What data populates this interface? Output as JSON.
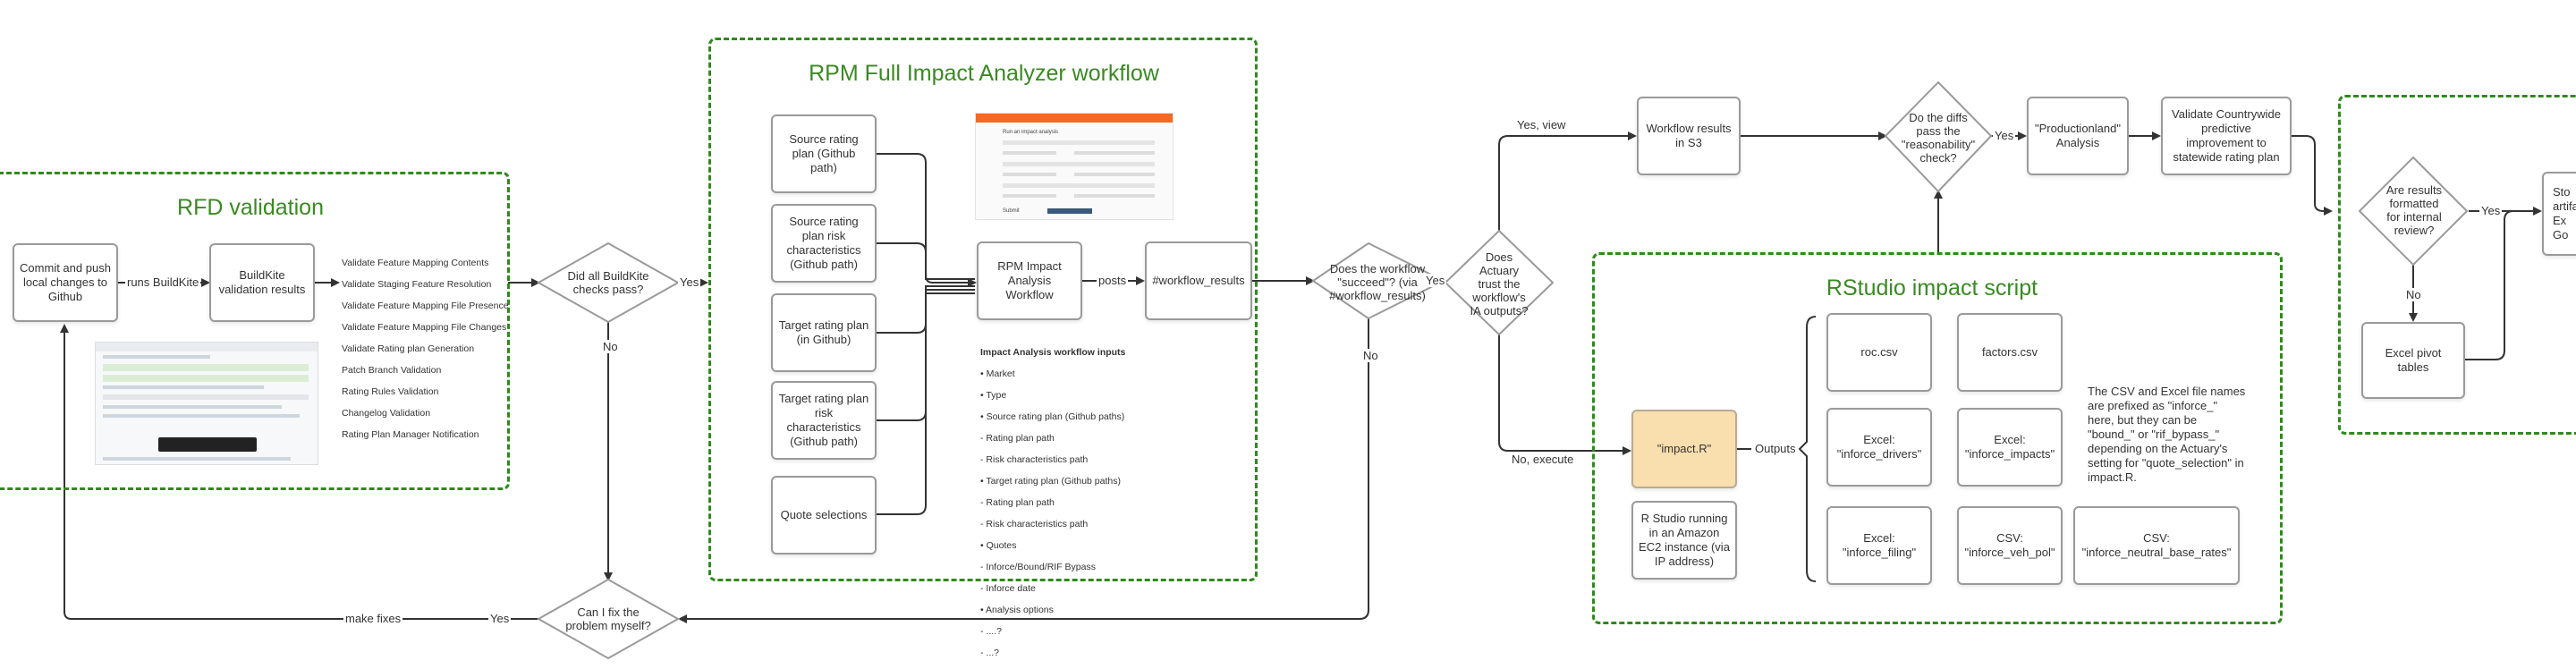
{
  "groups": {
    "rfd": "RFD validation",
    "rpm": "RPM Full Impact Analyzer workflow",
    "rstudio": "RStudio impact script"
  },
  "nodes": {
    "commit": "Commit and push local changes to Github",
    "buildkite": "BuildKite validation results",
    "source_plan": "Source rating plan (Github path)",
    "source_risk": "Source rating plan risk characteristics (Github path)",
    "target_plan": "Target rating plan (in Github)",
    "target_risk": "Target rating plan risk characteristics (Github path)",
    "quote_sel": "Quote selections",
    "rpm_workflow": "RPM Impact Analysis Workflow",
    "workflow_results": "#workflow_results",
    "s3": "Workflow results in S3",
    "productionland": "\"Productionland\" Analysis",
    "validate_cw": "Validate Countrywide predictive improvement to statewide rating plan",
    "impact_r": "\"impact.R\"",
    "rstudio_ec2": "R Studio running in an Amazon EC2 instance (via IP address)",
    "roc": "roc.csv",
    "factors": "factors.csv",
    "excel_drivers": "Excel: \"inforce_drivers\"",
    "excel_impacts": "Excel: \"inforce_impacts\"",
    "excel_filing": "Excel: \"inforce_filing\"",
    "csv_veh": "CSV: \"inforce_veh_pol\"",
    "csv_neutral": "CSV: \"inforce_neutral_base_rates\"",
    "excel_pivot": "Excel pivot tables",
    "store_partial": "Sto\nartifa\nEx\nGo"
  },
  "decisions": {
    "buildkite_pass": "Did all BuildKite checks pass?",
    "fix_myself": "Can I fix the problem myself?",
    "workflow_succeed": "Does the workflow \"succeed\"? (via #workflow_results)",
    "actuary_trust": "Does Actuary trust the workflow's IA outputs?",
    "diffs_pass": "Do the diffs pass the \"reasonability\" check?",
    "formatted": "Are results formatted for internal review?"
  },
  "edge_labels": {
    "runs_buildkite": "runs BuildKite",
    "yes1": "Yes",
    "no1": "No",
    "make_fixes": "make fixes",
    "yes_fix": "Yes",
    "posts": "posts",
    "no_succeed": "No",
    "yes_succeed": "Yes",
    "yes_view": "Yes, view",
    "no_execute": "No, execute",
    "yes_diffs": "Yes",
    "outputs": "Outputs",
    "yes_formatted": "Yes",
    "no_formatted": "No"
  },
  "validation_checks": [
    "Validate Feature Mapping Contents",
    "Validate Staging Feature Resolution",
    "Validate Feature Mapping File Presence",
    "Validate Feature Mapping File Changes",
    "Validate Rating plan Generation",
    "Patch Branch Validation",
    "Rating Rules Validation",
    "Changelog Validation",
    "Rating Plan Manager Notification"
  ],
  "inputs": {
    "title": "Impact Analysis workflow inputs",
    "lines": [
      "• Market",
      "• Type",
      "• Source rating plan (Github paths)",
      "   - Rating plan path",
      "   - Risk characteristics path",
      "• Target rating plan (Github paths)",
      "   - Rating plan path",
      "   - Risk characteristics path",
      "• Quotes",
      "   - Inforce/Bound/RIF Bypass",
      "   - Inforce date",
      "• Analysis options",
      "   - ....?",
      "   - ...?"
    ]
  },
  "csv_note": "The CSV and Excel file names are prefixed as \"inforce_\" here, but they can be \"bound_\" or \"rif_bypass_\" depending on the Actuary's setting for \"quote_selection\" in impact.R.",
  "screenshot_rpm": {
    "heading": "Run an impact analysis",
    "button": "Submit"
  },
  "colors": {
    "group_border": "#2f8a1b",
    "group_title": "#3a8a22",
    "node_border": "#9a9a9a",
    "orange_fill": "#f9deae",
    "edge": "#333333",
    "rpm_header": "#f26b21"
  }
}
